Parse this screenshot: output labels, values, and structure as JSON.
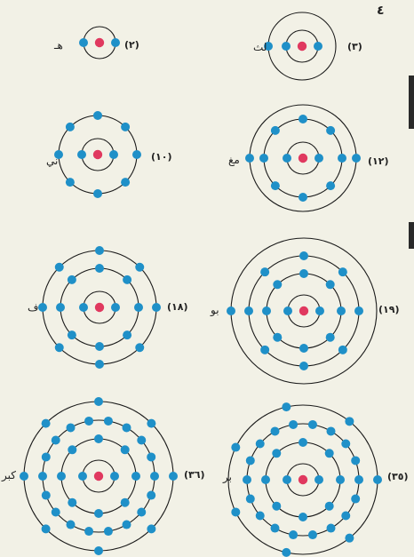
{
  "page_number": "٤",
  "colors": {
    "electron": "#1f90c8",
    "nucleus": "#e0395f",
    "shell": "#1a1a1a",
    "background": "#f2f1e6"
  },
  "atoms": [
    {
      "id": "he",
      "count": "(٢)",
      "symbol": "هـ",
      "shells": [
        2
      ]
    },
    {
      "id": "li",
      "count": "(٣)",
      "symbol": "لث",
      "shells": [
        2,
        1
      ]
    },
    {
      "id": "ne",
      "count": "(١٠)",
      "symbol": "ني",
      "shells": [
        2,
        8
      ]
    },
    {
      "id": "mg",
      "count": "(١٢)",
      "symbol": "مغ",
      "shells": [
        2,
        8,
        2
      ]
    },
    {
      "id": "ar",
      "count": "(١٨)",
      "symbol": "ف",
      "shells": [
        2,
        8,
        8
      ]
    },
    {
      "id": "k",
      "count": "(١٩)",
      "symbol": "بو",
      "shells": [
        2,
        8,
        8,
        1
      ]
    },
    {
      "id": "kr",
      "count": "(٣٦)",
      "symbol": "كبر",
      "shells": [
        2,
        8,
        18,
        8
      ]
    },
    {
      "id": "br",
      "count": "(٣٥)",
      "symbol": "بر",
      "shells": [
        2,
        8,
        18,
        7
      ]
    }
  ]
}
